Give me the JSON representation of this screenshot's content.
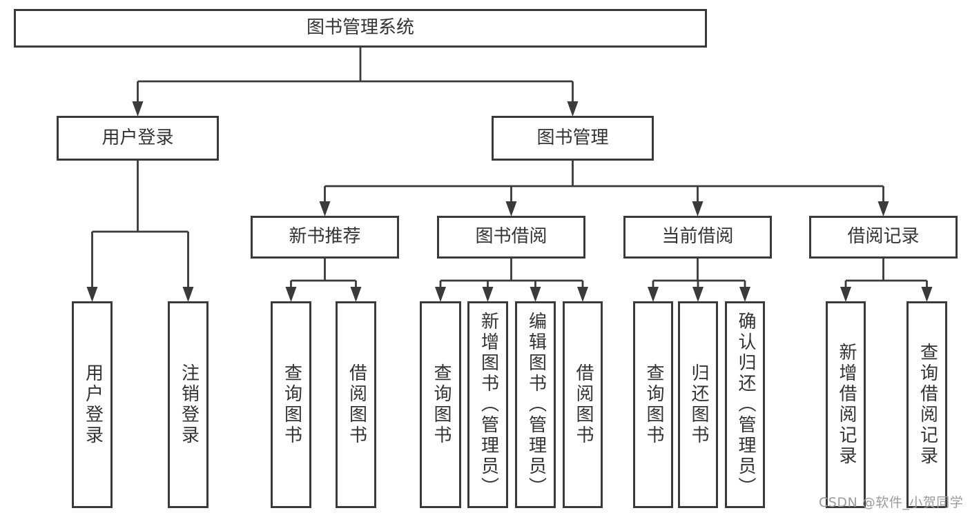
{
  "diagram": {
    "title": "图书管理系统",
    "nodes": [
      {
        "id": "root",
        "label": "图书管理系统"
      },
      {
        "id": "login",
        "label": "用户登录"
      },
      {
        "id": "mgmt",
        "label": "图书管理"
      },
      {
        "id": "new-book",
        "label": "新书推荐"
      },
      {
        "id": "borrow",
        "label": "图书借阅"
      },
      {
        "id": "current",
        "label": "当前借阅"
      },
      {
        "id": "records",
        "label": "借阅记录"
      },
      {
        "id": "user-login",
        "label": "用户登录"
      },
      {
        "id": "logout",
        "label": "注销登录"
      },
      {
        "id": "nb-query",
        "label": "查询图书"
      },
      {
        "id": "nb-borrow",
        "label": "借阅图书"
      },
      {
        "id": "b-query",
        "label": "查询图书"
      },
      {
        "id": "b-add",
        "label": "新增图书（管理员）"
      },
      {
        "id": "b-edit",
        "label": "编辑图书（管理员）"
      },
      {
        "id": "b-borrow",
        "label": "借阅图书"
      },
      {
        "id": "c-query",
        "label": "查询图书"
      },
      {
        "id": "c-return",
        "label": "归还图书"
      },
      {
        "id": "c-confirm",
        "label": "确认归还（管理员）"
      },
      {
        "id": "r-add",
        "label": "新增借阅记录"
      },
      {
        "id": "r-query",
        "label": "查询借阅记录"
      }
    ],
    "edges": [
      {
        "from": "root",
        "to": [
          "login",
          "mgmt"
        ]
      },
      {
        "from": "login",
        "to": [
          "user-login",
          "logout"
        ]
      },
      {
        "from": "mgmt",
        "to": [
          "new-book",
          "borrow",
          "current",
          "records"
        ]
      },
      {
        "from": "new-book",
        "to": [
          "nb-query",
          "nb-borrow"
        ]
      },
      {
        "from": "borrow",
        "to": [
          "b-query",
          "b-add",
          "b-edit",
          "b-borrow"
        ]
      },
      {
        "from": "current",
        "to": [
          "c-query",
          "c-return",
          "c-confirm"
        ]
      },
      {
        "from": "records",
        "to": [
          "r-add",
          "r-query"
        ]
      }
    ]
  },
  "watermark": {
    "text": "CSDN @软件_小贺同学"
  },
  "colors": {
    "line": "#3a3a3a",
    "box_border": "#3a3a3a",
    "text": "#333333",
    "background": "#ffffff",
    "watermark": "#9b9b9b"
  }
}
